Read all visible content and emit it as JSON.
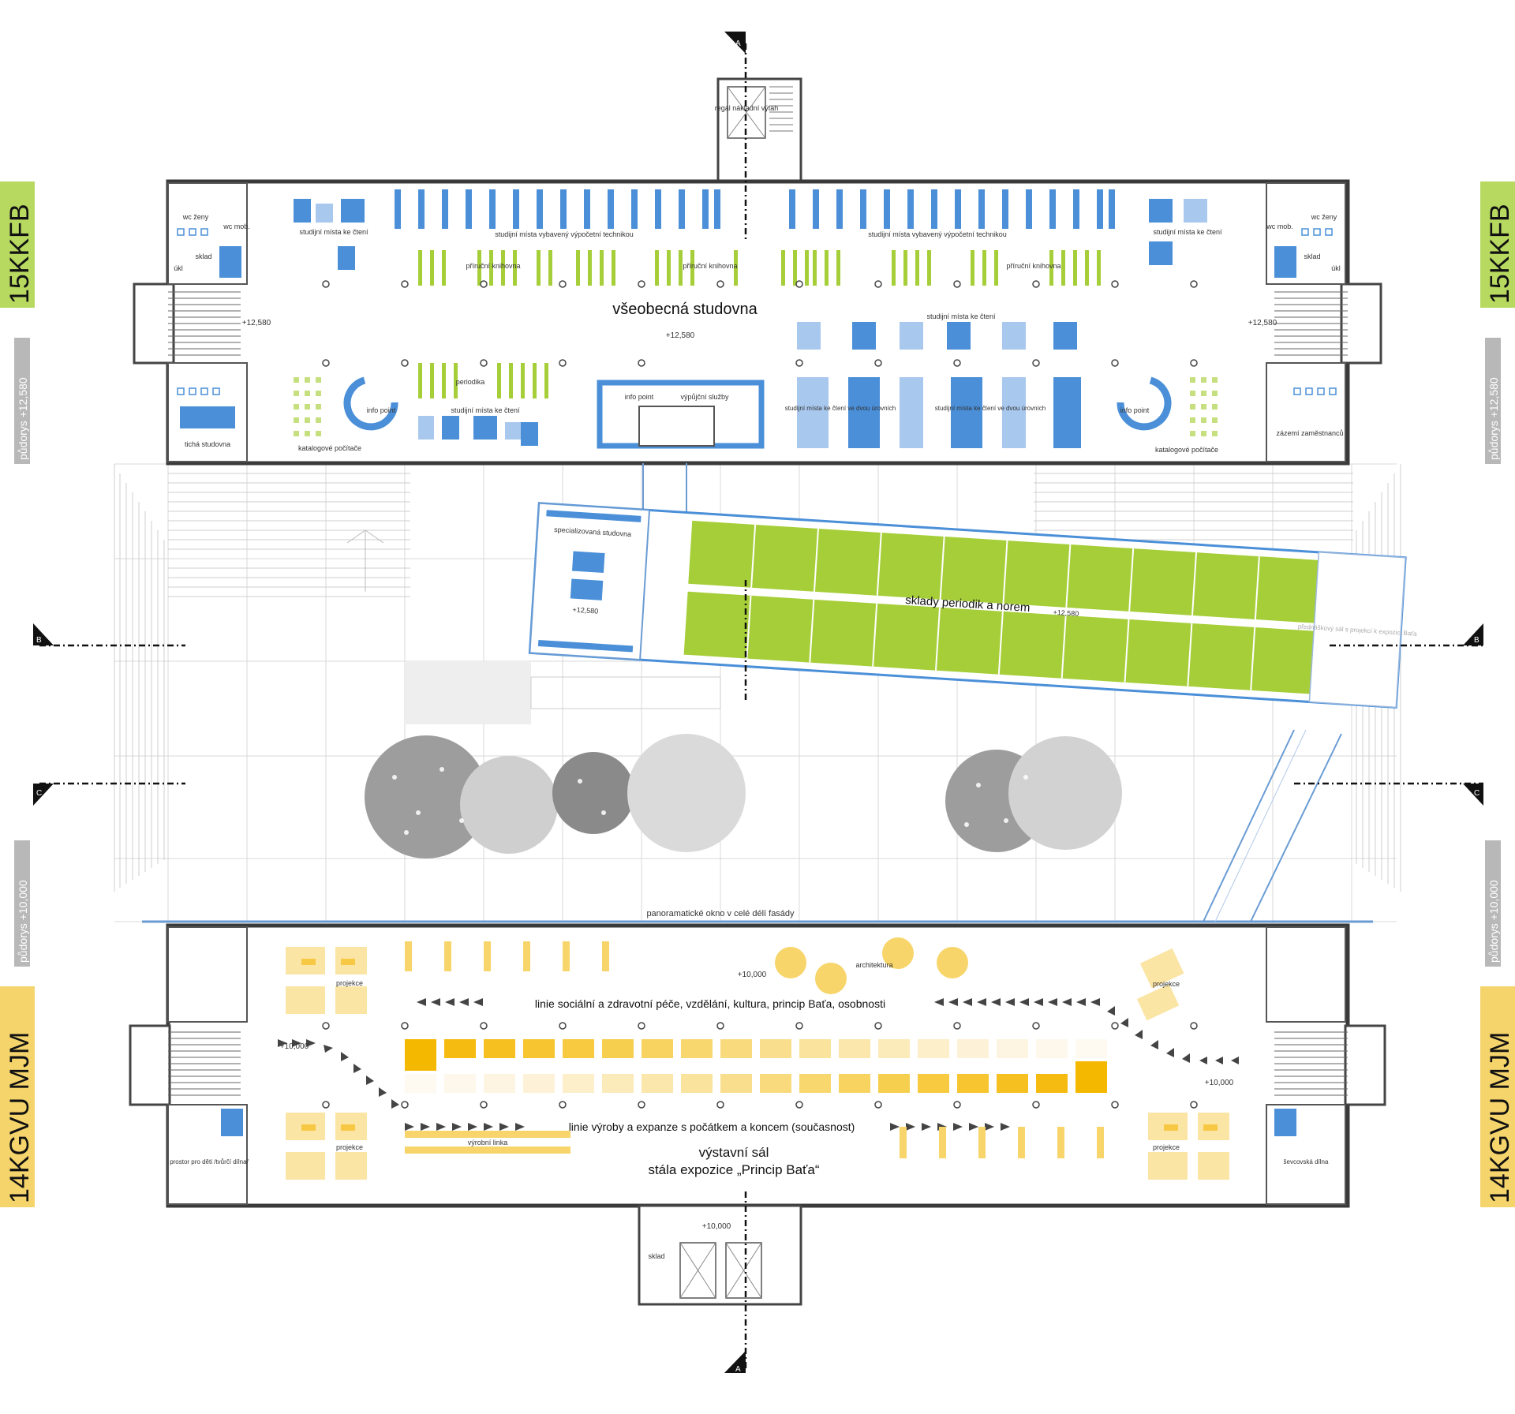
{
  "side_labels": {
    "upper_block": "15KKFB",
    "upper_plan": "půdorys +12,580",
    "lower_plan": "půdorys +10,000",
    "lower_block": "14KGVU MJM"
  },
  "colors": {
    "green": "#a6ce39",
    "blue": "#4a8fd8",
    "blue_light": "#a9c8ee",
    "yellow": "#f7c843",
    "yellow_light": "#fbe5a5",
    "block_green_bg": "#b7d960",
    "block_yellow_bg": "#f5d46b"
  },
  "section_markers": {
    "a": "A",
    "b": "B",
    "c": "C"
  },
  "upper_floor": {
    "hall_title": "všeobecná studovna",
    "levels": [
      "+12,580",
      "+12,580",
      "+12,580",
      "+12,580",
      "+12,580"
    ],
    "rooms": {
      "wc_women_left": "wc ženy",
      "wc_mob_left": "wc mob.",
      "sklad_left": "sklad",
      "ukl_left": "úkl",
      "wc_women_right": "wc ženy",
      "wc_mob_right": "wc mob.",
      "sklad_right": "sklad",
      "ukl_right": "úkl",
      "tiha": "tichá studovna",
      "zazemi": "zázemí zaměstnanců",
      "lift": "regál nákladní výtah"
    },
    "labels": {
      "study_left": "studijní místa ke čtení",
      "study_tech_left": "studijní místa vybavený výpočetní technikou",
      "study_tech_right": "studijní místa vybavený výpočetní technikou",
      "study_right": "studijní místa ke čtení",
      "handbook_1": "příruční knihovna",
      "handbook_2": "příruční knihovna",
      "handbook_3": "příruční knihovna",
      "study_center": "studijní místa ke čtení",
      "periodika": "periodika",
      "study_lower": "studijní místa ke čtení",
      "info_left": "info point",
      "info_center": "info point",
      "lending": "výpůjční služby",
      "info_right": "info point",
      "catalog_left": "katalogové počítače",
      "catalog_right": "katalogové počítače",
      "two_levels_1": "studijní místa ke čtení ve dvou úrovních",
      "two_levels_2": "studijní místa ke čtení ve dvou úrovních"
    }
  },
  "bridge": {
    "title": "sklady periodik a norem",
    "special": "specializovaná studovna",
    "lecture": "přednáškový sál s projekcí k expozici Baťa"
  },
  "middle": {
    "window": "panoramatické okno v celé délí fasády"
  },
  "lower_floor": {
    "hall_title": "výstavní sál",
    "hall_subtitle": "stála expozice „Princip Baťa“",
    "levels": [
      "+10,000",
      "+10,000",
      "+10,000",
      "+10,000"
    ],
    "labels": {
      "line_social": "linie sociální a zdravotní péče, vzdělání, kultura, princip Baťa, osobnosti",
      "line_production": "linie výroby a expanze s počátkem a koncem (současnost)",
      "architecture": "architektura",
      "projection_1": "projekce",
      "projection_2": "projekce",
      "projection_3": "projekce",
      "projection_4": "projekce",
      "production_line": "výrobní linka",
      "kids": "prostor pro děti /tvůrčí dílna/",
      "shoemaker": "ševcovská dílna",
      "sklad": "sklad"
    }
  }
}
